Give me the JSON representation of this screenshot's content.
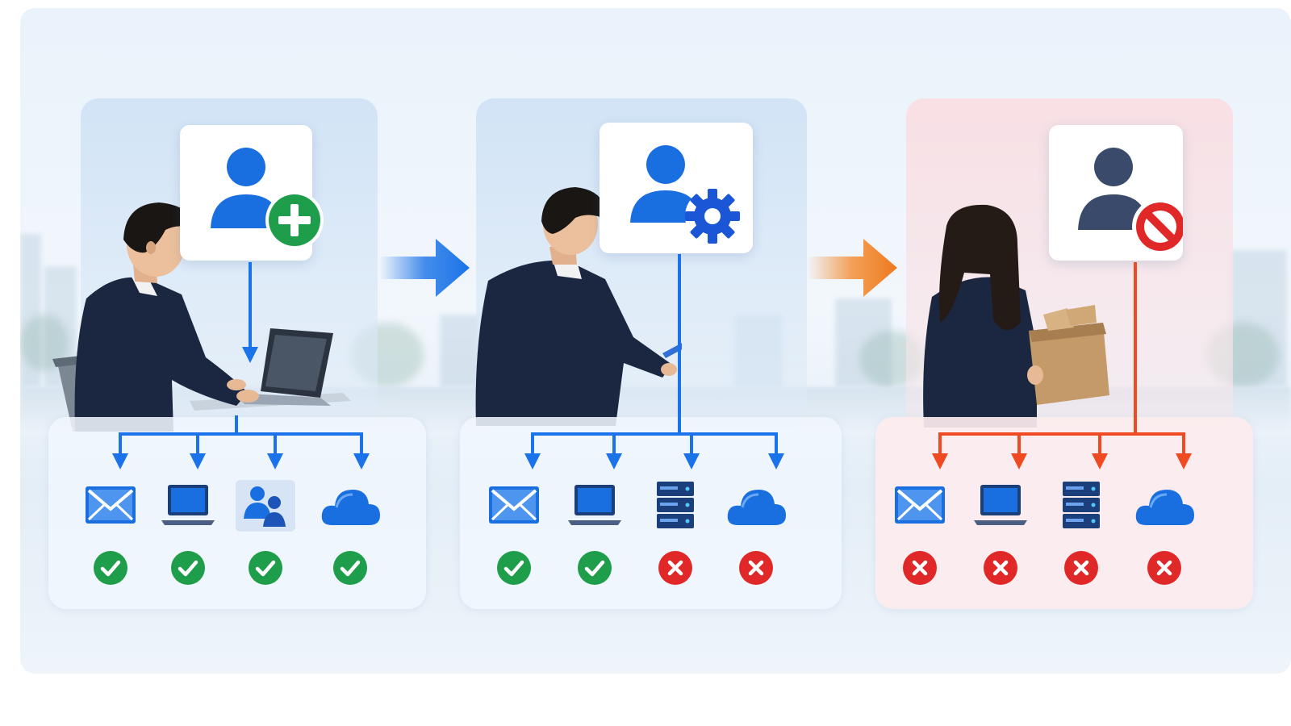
{
  "stages": [
    {
      "id": "onboarding",
      "accent": "#1a73e8",
      "badge_icon": "plus-icon",
      "badge_color": "#1e9e4a",
      "services": [
        {
          "icon": "mail-icon",
          "status": "granted"
        },
        {
          "icon": "laptop-icon",
          "status": "granted"
        },
        {
          "icon": "team-icon",
          "status": "granted"
        },
        {
          "icon": "cloud-icon",
          "status": "granted"
        }
      ]
    },
    {
      "id": "role-change",
      "accent": "#1a73e8",
      "badge_icon": "gear-icon",
      "badge_color": "#1a56d6",
      "services": [
        {
          "icon": "mail-icon",
          "status": "granted"
        },
        {
          "icon": "laptop-icon",
          "status": "granted"
        },
        {
          "icon": "server-icon",
          "status": "revoked"
        },
        {
          "icon": "cloud-icon",
          "status": "revoked"
        }
      ]
    },
    {
      "id": "offboarding",
      "accent": "#e53a2a",
      "badge_icon": "blocked-icon",
      "badge_color": "#e02828",
      "services": [
        {
          "icon": "mail-icon",
          "status": "revoked"
        },
        {
          "icon": "laptop-icon",
          "status": "revoked"
        },
        {
          "icon": "server-icon",
          "status": "revoked"
        },
        {
          "icon": "cloud-icon",
          "status": "revoked"
        }
      ]
    }
  ],
  "transitions": [
    {
      "icon": "arrow-right-icon",
      "color": "#1a73e8"
    },
    {
      "icon": "arrow-right-icon",
      "color": "#f28a2c"
    }
  ],
  "status_colors": {
    "granted": "#1e9e4a",
    "revoked": "#e02828"
  },
  "icon_colors": {
    "primary": "#1a6fe0",
    "dark": "#1a3f7a",
    "muted": "#3a4a6a"
  }
}
